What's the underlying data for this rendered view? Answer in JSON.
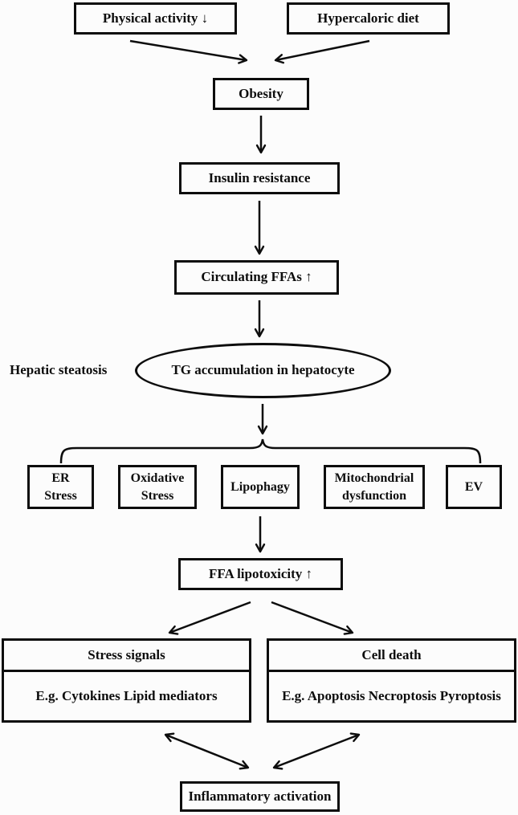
{
  "flowchart": {
    "nodes": {
      "physical_activity": "Physical activity ↓",
      "hypercaloric_diet": "Hypercaloric diet",
      "obesity": "Obesity",
      "insulin_resistance": "Insulin resistance",
      "circulating_ffas": "Circulating FFAs ↑",
      "hepatic_steatosis_label": "Hepatic steatosis",
      "tg_accumulation": "TG accumulation in hepatocyte",
      "mechanisms": [
        {
          "line1": "ER",
          "line2": "Stress"
        },
        {
          "line1": "Oxidative",
          "line2": "Stress"
        },
        {
          "line1": "Lipophagy",
          "line2": ""
        },
        {
          "line1": "Mitochondrial",
          "line2": "dysfunction"
        },
        {
          "line1": "EV",
          "line2": ""
        }
      ],
      "ffa_lipotoxicity": "FFA lipotoxicity ↑",
      "stress_signals": {
        "header": "Stress signals",
        "example": "E.g. Cytokines Lipid mediators"
      },
      "cell_death": {
        "header": "Cell death",
        "example": "E.g. Apoptosis Necroptosis Pyroptosis"
      },
      "inflammatory_activation": "Inflammatory activation"
    },
    "edges": [
      {
        "from": "Physical activity ↓",
        "to": "Obesity",
        "type": "arrow"
      },
      {
        "from": "Hypercaloric diet",
        "to": "Obesity",
        "type": "arrow"
      },
      {
        "from": "Obesity",
        "to": "Insulin resistance",
        "type": "arrow"
      },
      {
        "from": "Insulin resistance",
        "to": "Circulating FFAs ↑",
        "type": "arrow"
      },
      {
        "from": "Circulating FFAs ↑",
        "to": "TG accumulation in hepatocyte",
        "type": "arrow"
      },
      {
        "from": "TG accumulation in hepatocyte",
        "to": "ER Stress; Oxidative Stress; Lipophagy; Mitochondrial dysfunction; EV",
        "type": "brace-fanout"
      },
      {
        "from": "Lipophagy",
        "to": "FFA lipotoxicity ↑",
        "type": "arrow"
      },
      {
        "from": "FFA lipotoxicity ↑",
        "to": "Stress signals",
        "type": "arrow"
      },
      {
        "from": "FFA lipotoxicity ↑",
        "to": "Cell death",
        "type": "arrow"
      },
      {
        "from": "Stress signals",
        "to": "Inflammatory activation",
        "type": "double-arrow"
      },
      {
        "from": "Cell death",
        "to": "Inflammatory activation",
        "type": "double-arrow"
      }
    ],
    "colors": {
      "ink": "#0d0d0d",
      "background": "#fcfcfc"
    }
  }
}
